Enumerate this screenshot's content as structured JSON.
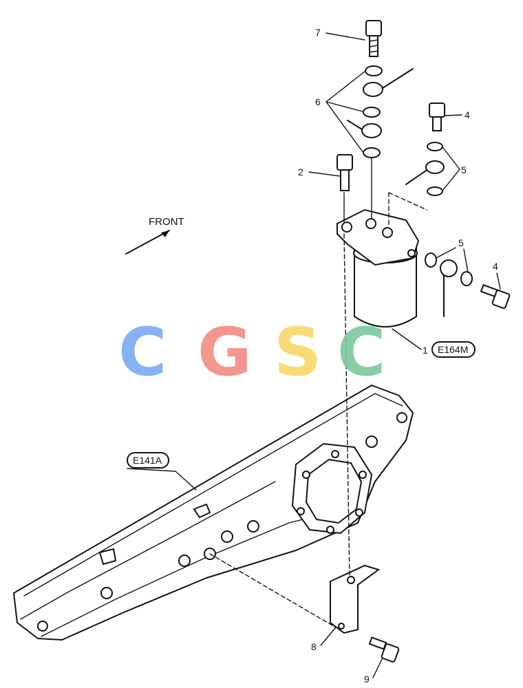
{
  "labels": {
    "front": "FRONT",
    "ref_filter": "E164M",
    "ref_manifold": "E141A",
    "part_1": "1",
    "part_2": "2",
    "part_4a": "4",
    "part_4b": "4",
    "part_5a": "5",
    "part_5b": "5",
    "part_6": "6",
    "part_7": "7",
    "part_8": "8",
    "part_9": "9"
  },
  "watermark": {
    "text": "CGSC",
    "colors": [
      "#7aa9f4",
      "#f28b82",
      "#fad766",
      "#7cc89a"
    ]
  }
}
